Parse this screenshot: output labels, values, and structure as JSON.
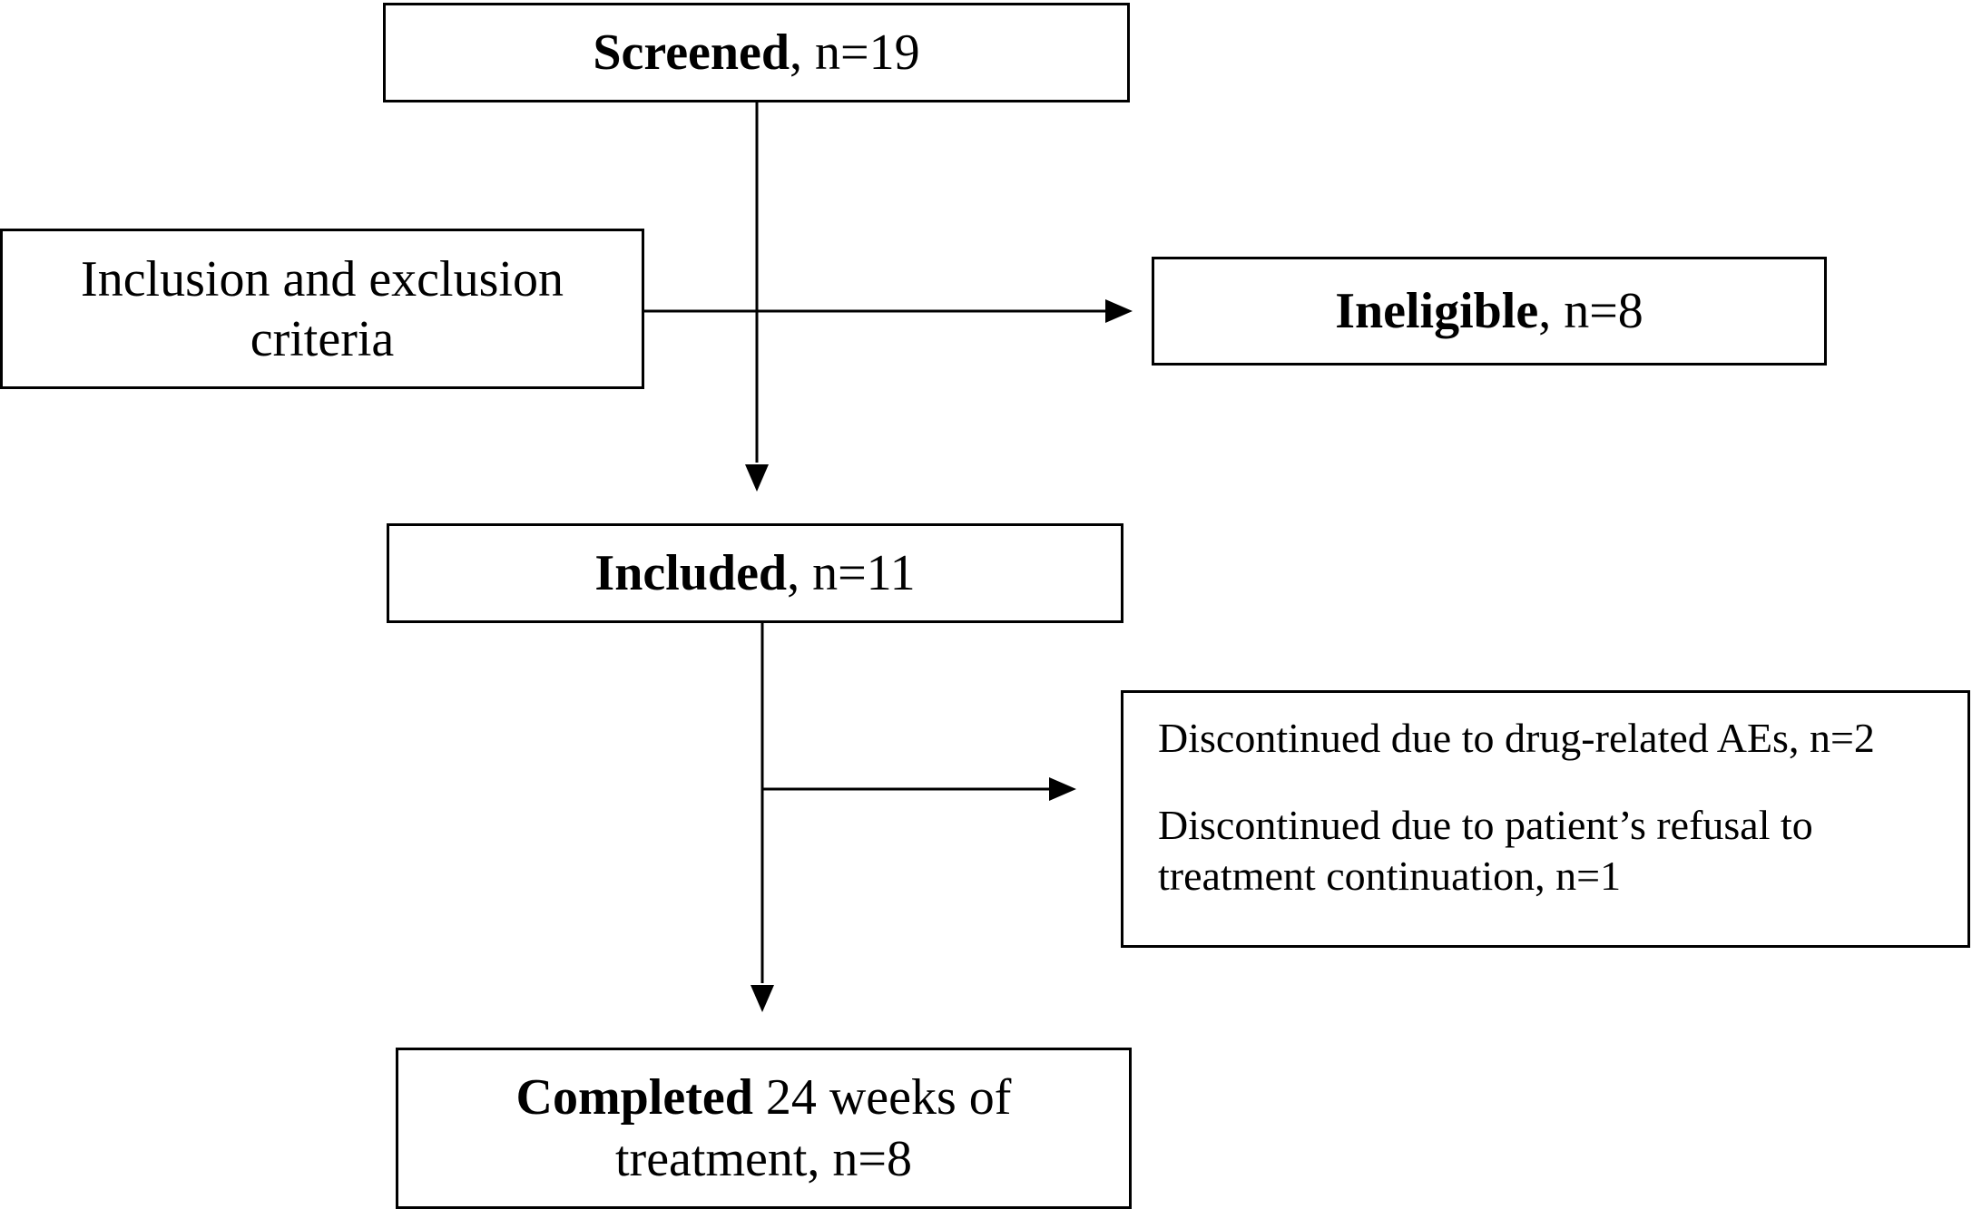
{
  "screened": {
    "label": "Screened",
    "count": ", n=19"
  },
  "criteria": {
    "line1": "Inclusion and exclusion",
    "line2": "criteria"
  },
  "ineligible": {
    "label": "Ineligible",
    "count": ", n=8"
  },
  "included": {
    "label": "Included",
    "count": ", n=11"
  },
  "discontinued": {
    "ae": "Discontinued due to drug-related AEs, n=2",
    "refusal_line1": "Discontinued due to patient’s refusal to",
    "refusal_line2": "treatment continuation, n=1"
  },
  "completed": {
    "label": "Completed",
    "rest_line1": " 24 weeks of",
    "line2": "treatment, n=8"
  }
}
